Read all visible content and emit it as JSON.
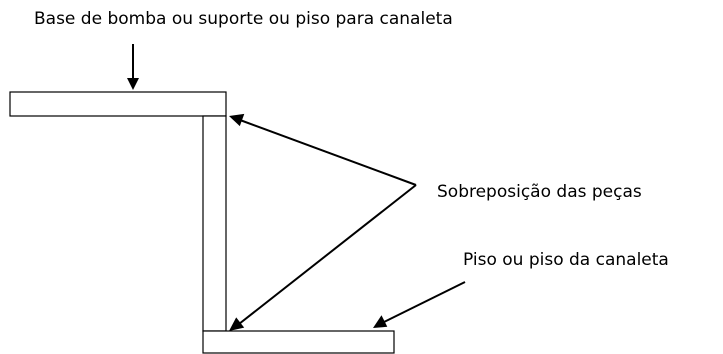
{
  "labels": {
    "top": "Base de bomba ou suporte ou piso para canaleta",
    "overlap": "Sobreposição das peças",
    "floor": "Piso ou piso da canaleta"
  }
}
